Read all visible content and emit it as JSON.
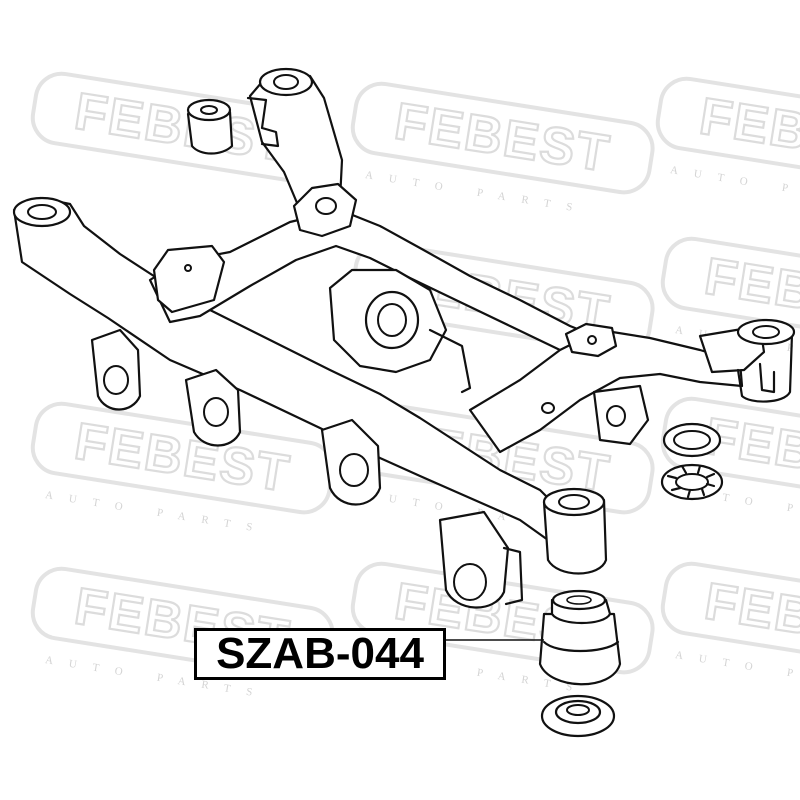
{
  "watermark": {
    "brand": "FEBEST",
    "subtitle": "AUTO PARTS"
  },
  "part_label": {
    "code": "SZAB-044"
  },
  "colors": {
    "line": "#111111",
    "watermark": "#dcdcdc",
    "background": "#ffffff"
  }
}
